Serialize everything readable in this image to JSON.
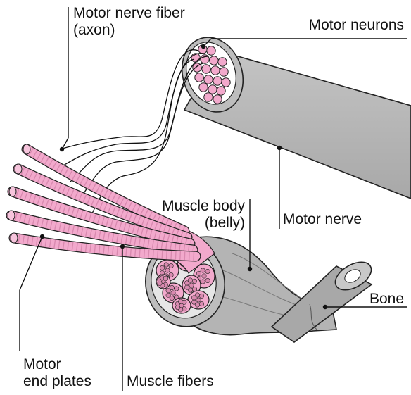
{
  "diagram": {
    "labels": {
      "motor_nerve_fiber_line1": "Motor nerve fiber",
      "motor_nerve_fiber_line2": "(axon)",
      "motor_neurons": "Motor neurons",
      "motor_nerve": "Motor nerve",
      "muscle_body_line1": "Muscle body",
      "muscle_body_line2": "(belly)",
      "bone": "Bone",
      "motor_end_plates_line1": "Motor",
      "motor_end_plates_line2": "end plates",
      "muscle_fibers": "Muscle fibers"
    },
    "colors": {
      "fiber_pink": "#f2a9cc",
      "fiber_pink_dark": "#d98ab0",
      "gray_tissue": "#b4b4b4",
      "gray_dark": "#8c8c8c",
      "outline": "#222222",
      "leader_line": "#111111"
    }
  }
}
